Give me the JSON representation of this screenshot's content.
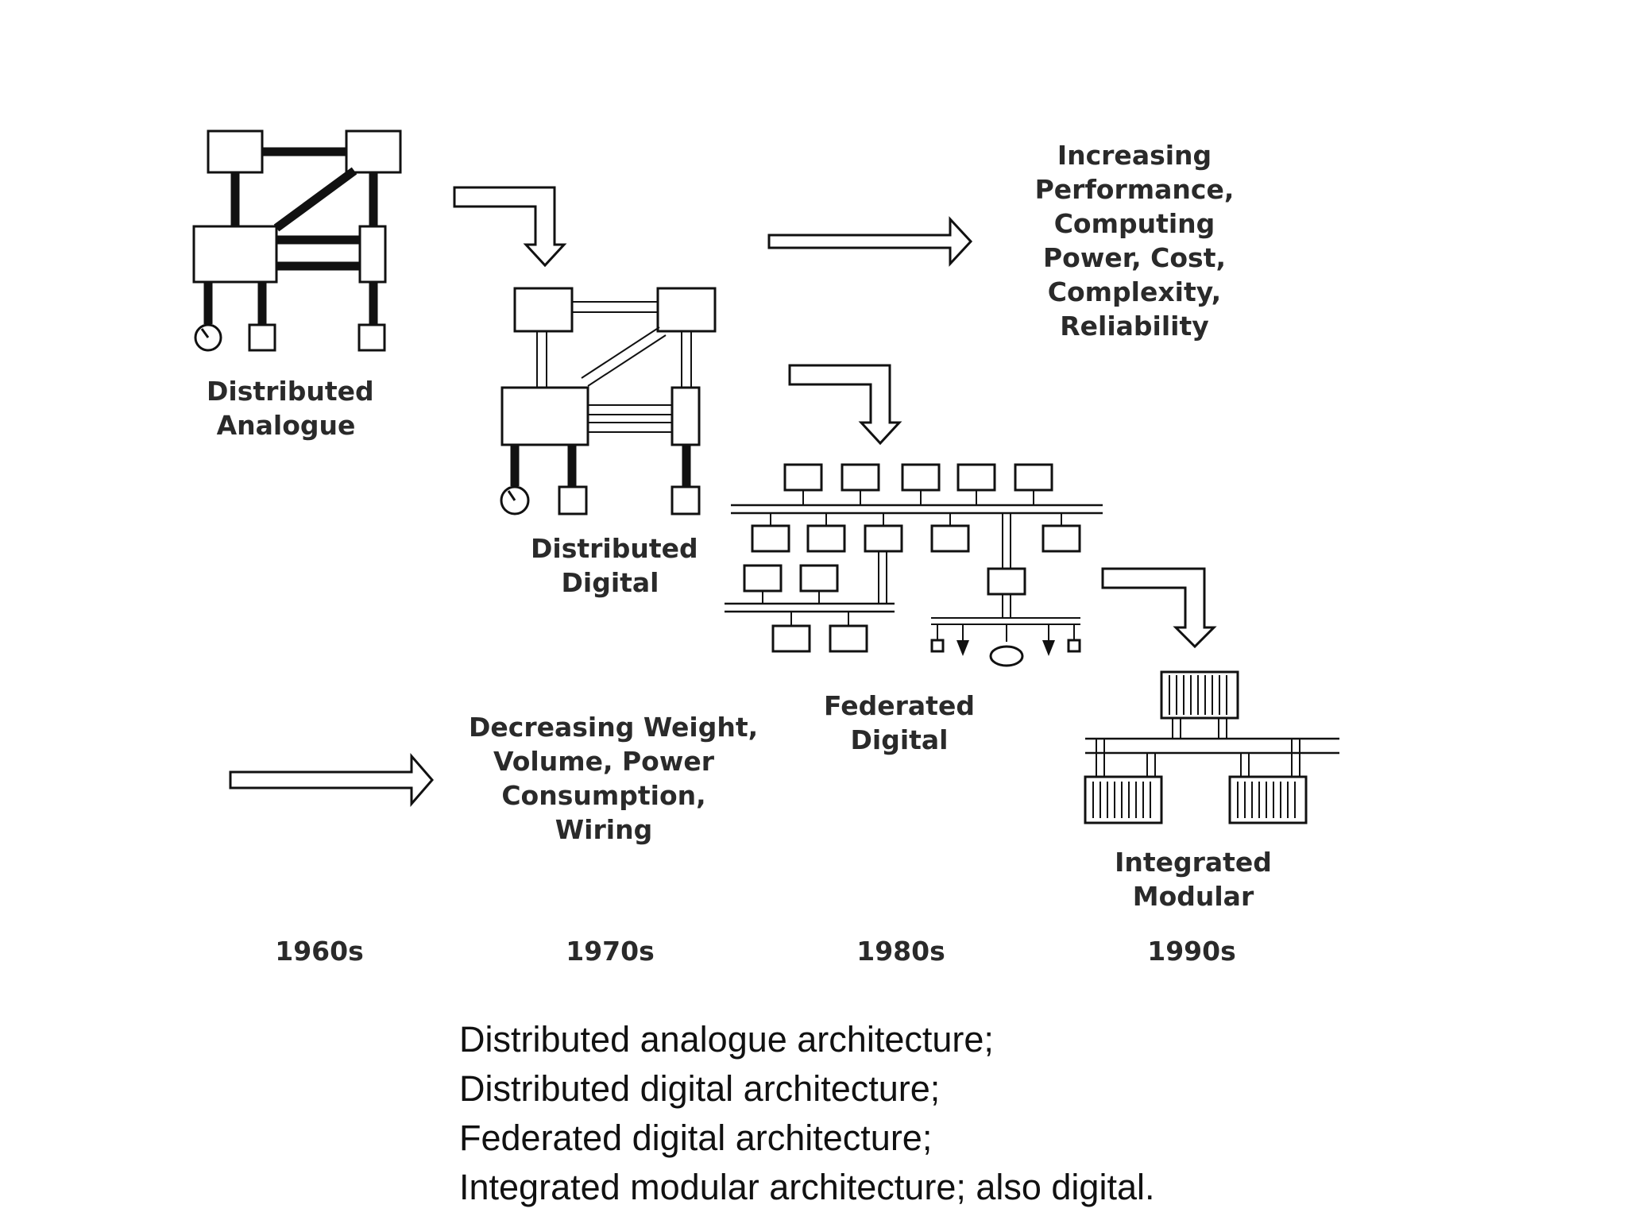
{
  "labels": {
    "distributed_analogue": [
      "Distributed",
      "Analogue"
    ],
    "distributed_digital": [
      "Distributed",
      "Digital"
    ],
    "federated_digital": [
      "Federated",
      "Digital"
    ],
    "integrated_modular": [
      "Integrated",
      "Modular"
    ],
    "increasing": [
      "Increasing",
      "Performance,",
      "Computing",
      "Power, Cost,",
      "Complexity,",
      "Reliability"
    ],
    "decreasing": [
      "Decreasing Weight,",
      "Volume, Power",
      "Consumption,",
      "Wiring"
    ]
  },
  "decades": [
    "1960s",
    "1970s",
    "1980s",
    "1990s"
  ],
  "caption": [
    "Distributed analogue architecture;",
    "Distributed digital architecture;",
    "Federated digital architecture;",
    "Integrated modular architecture; also digital."
  ]
}
